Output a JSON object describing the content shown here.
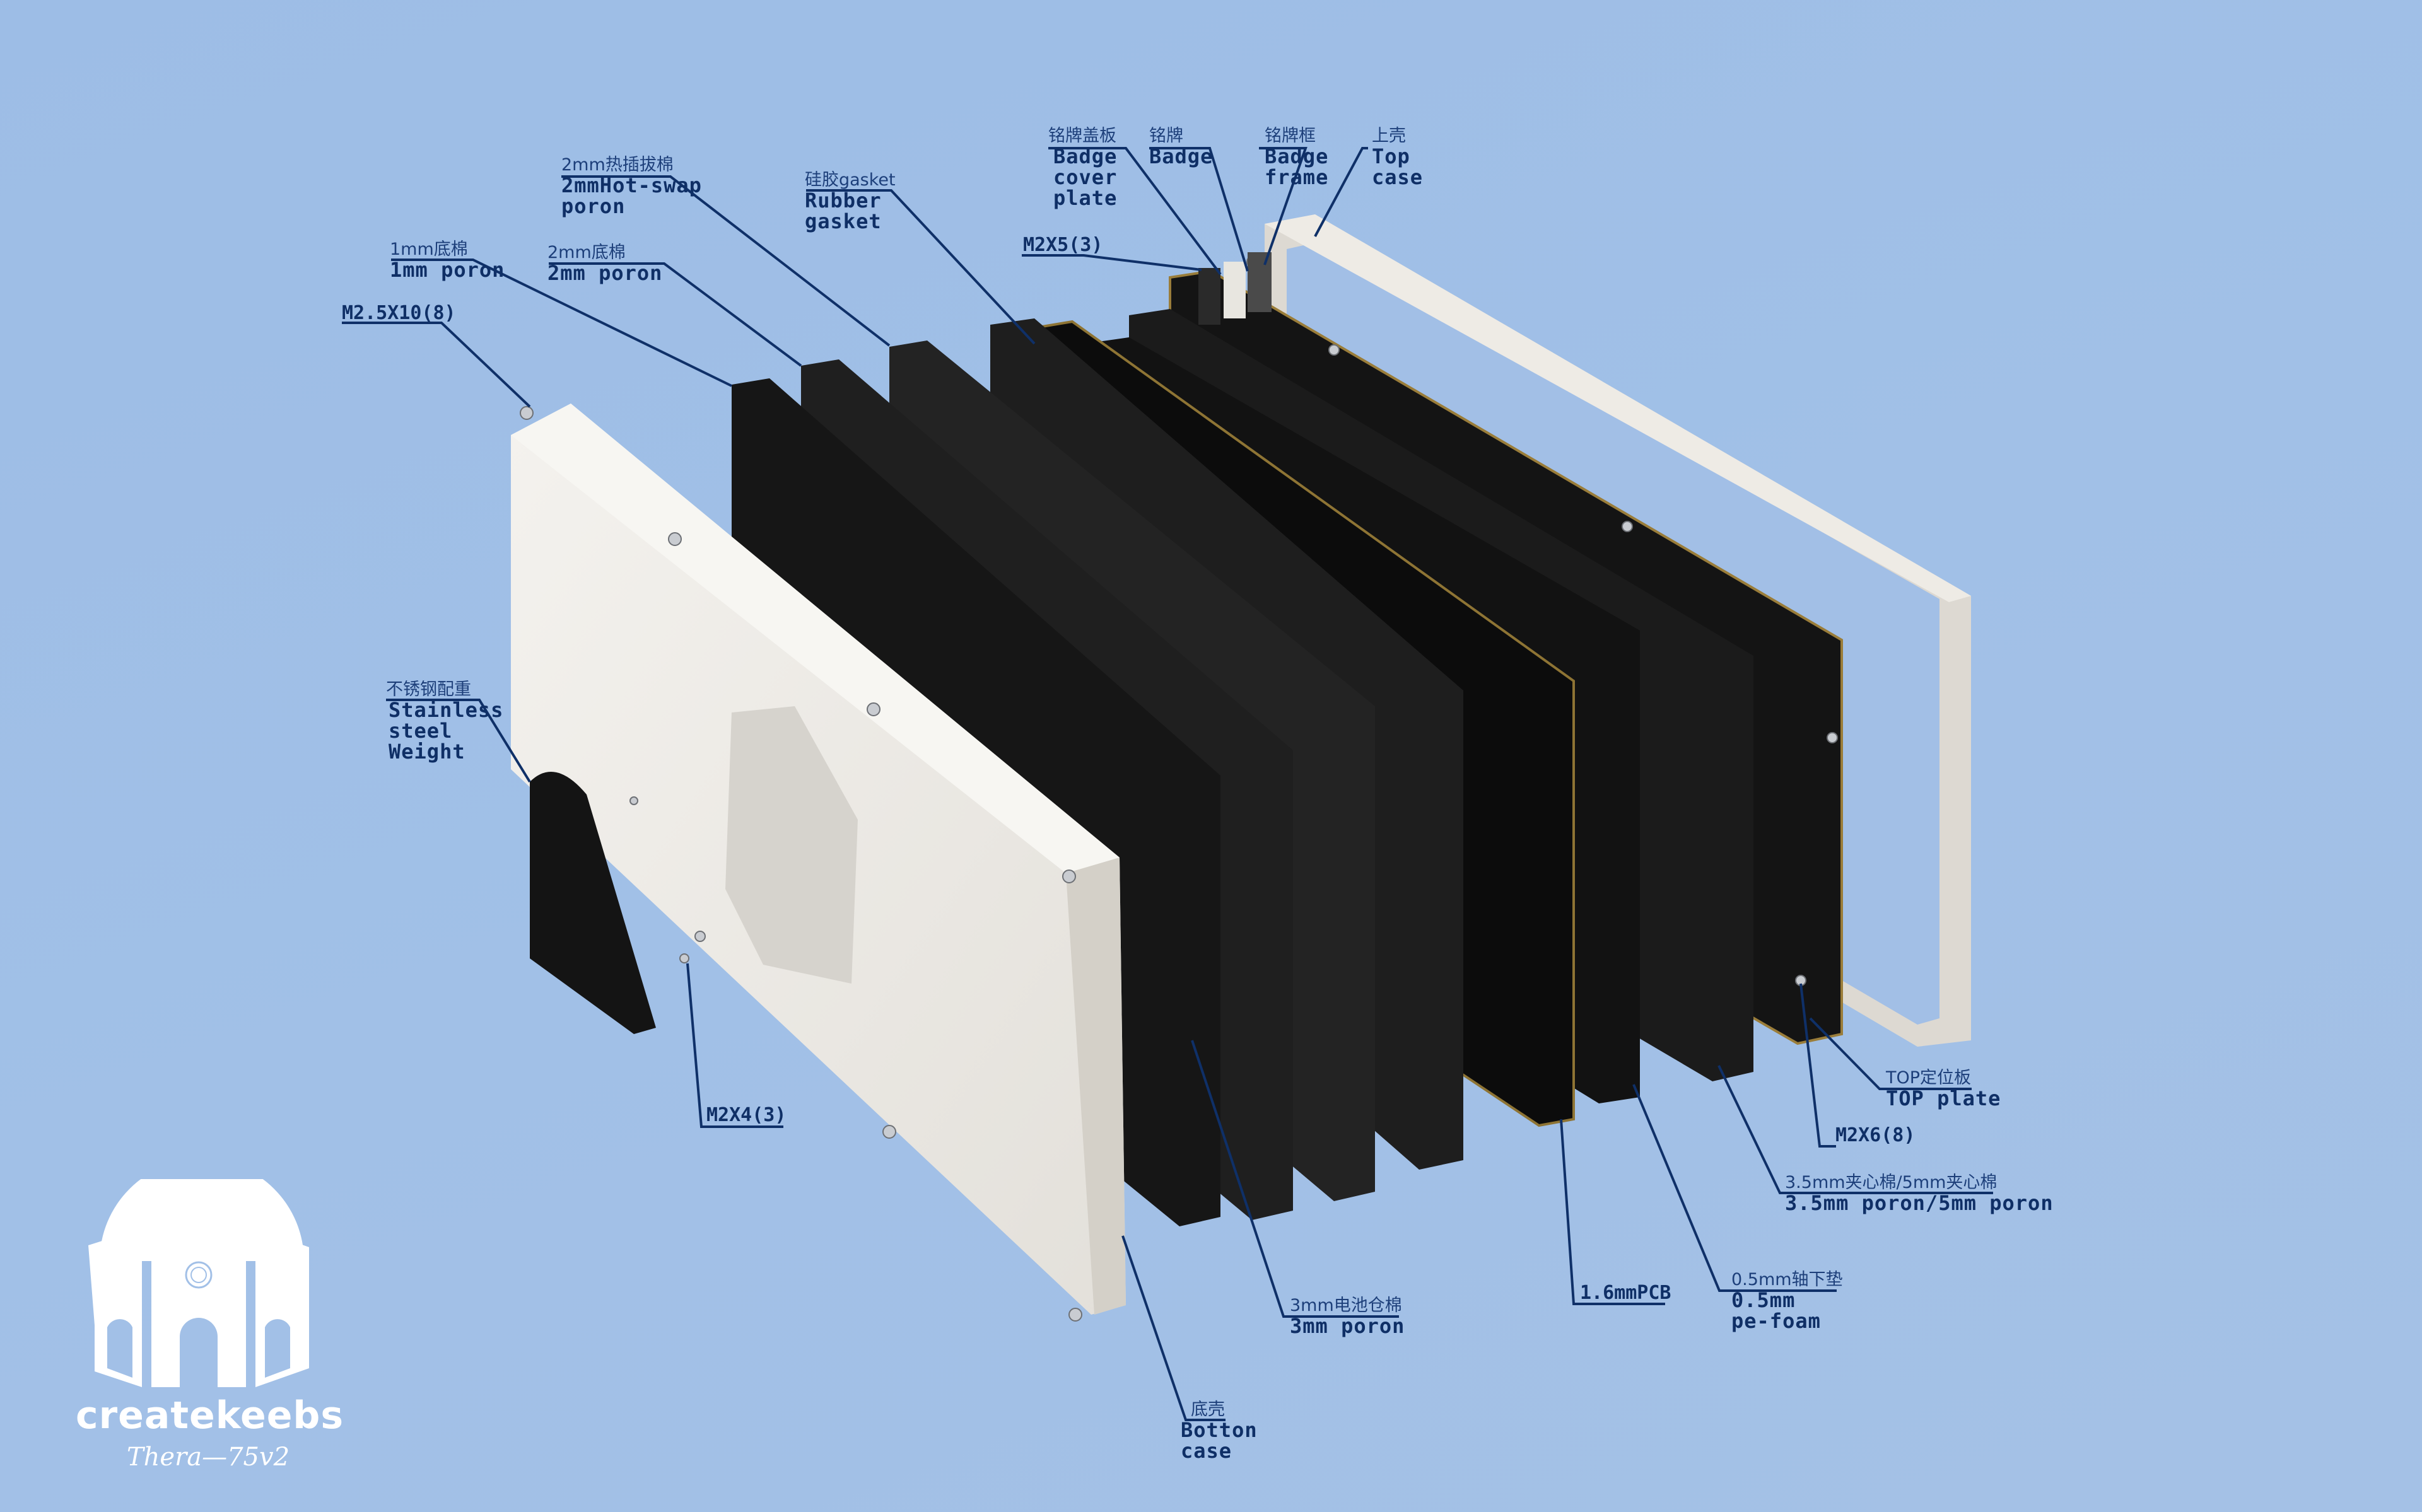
{
  "background_color": "#a0bfe6",
  "annotation_color": "#0f3068",
  "logo": {
    "brand": "createkeebs",
    "model": "Thera—75v2",
    "icon": "dome-building-logo-icon"
  },
  "callouts": [
    {
      "id": "badge-cover-plate",
      "cn": "铭牌盖板",
      "en": "Badge\ncover\nplate"
    },
    {
      "id": "badge",
      "cn": "铭牌",
      "en": "Badge"
    },
    {
      "id": "badge-frame",
      "cn": "铭牌框",
      "en": "Badge\nframe"
    },
    {
      "id": "top-case",
      "cn": "上壳",
      "en": "Top\ncase"
    },
    {
      "id": "screw-m2x5",
      "part": "M2X5(3)"
    },
    {
      "id": "hotswap-poron",
      "cn": "2mm热插拔棉",
      "en": "2mmHot-swap\nporon"
    },
    {
      "id": "rubber-gasket",
      "cn": "硅胶gasket",
      "en": "Rubber\ngasket"
    },
    {
      "id": "poron-1mm",
      "cn": "1mm底棉",
      "en": "1mm poron"
    },
    {
      "id": "poron-2mm",
      "cn": "2mm底棉",
      "en": "2mm poron"
    },
    {
      "id": "screw-m25x10",
      "part": "M2.5X10(8)"
    },
    {
      "id": "steel-weight",
      "cn": "不锈钢配重",
      "en": "Stainless\nsteel\nWeight"
    },
    {
      "id": "screw-m2x4",
      "part": "M2X4(3)"
    },
    {
      "id": "top-plate",
      "cn": "TOP定位板",
      "en": "TOP plate"
    },
    {
      "id": "screw-m2x6",
      "part": "M2X6(8)"
    },
    {
      "id": "sandwich-poron",
      "cn": "3.5mm夹心棉/5mm夹心棉",
      "en": "3.5mm poron/5mm poron"
    },
    {
      "id": "pe-foam",
      "cn": "0.5mm轴下垫",
      "en": "0.5mm\npe-foam"
    },
    {
      "id": "pcb",
      "part": "1.6mmPCB"
    },
    {
      "id": "battery-poron",
      "cn": "3mm电池仓棉",
      "en": "3mm poron"
    },
    {
      "id": "bottom-case",
      "cn": "底壳",
      "en": "Botton\ncase"
    }
  ]
}
